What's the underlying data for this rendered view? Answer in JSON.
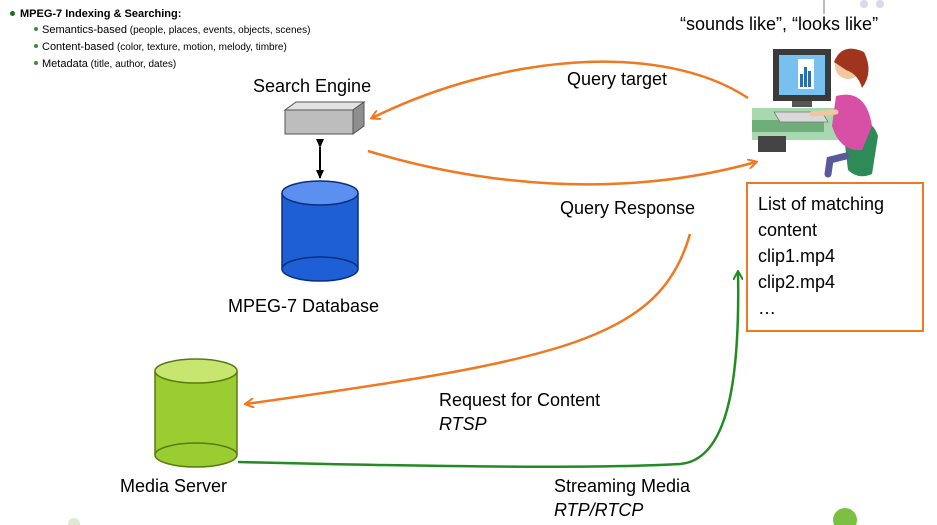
{
  "bullets": {
    "heading": "MPEG-7 Indexing & Searching:",
    "items": [
      {
        "lead": "Semantics-based",
        "detail": " (people, places, events, objects, scenes)"
      },
      {
        "lead": "Content-based",
        "detail": " (color, texture, motion, melody, timbre)"
      },
      {
        "lead": "Metadata",
        "detail": " (title, author, dates)"
      }
    ]
  },
  "labels": {
    "sounds_like": "“sounds like”, “looks like”",
    "search_engine": "Search Engine",
    "query_target": "Query target",
    "query_response": "Query Response",
    "database": "MPEG-7 Database",
    "media_server": "Media Server",
    "request": "Request for Content",
    "rtsp": "RTSP",
    "streaming": "Streaming Media",
    "rtp": "RTP/RTCP"
  },
  "result_list": {
    "lines": [
      "List of matching",
      "content",
      "clip1.mp4",
      "clip2.mp4",
      "…"
    ]
  },
  "colors": {
    "query_arrow": "#f07820",
    "stream_arrow": "#228b22",
    "database": "#1f5fd6",
    "media_server": "#9acd32",
    "search_engine": "#b8b8b8"
  }
}
